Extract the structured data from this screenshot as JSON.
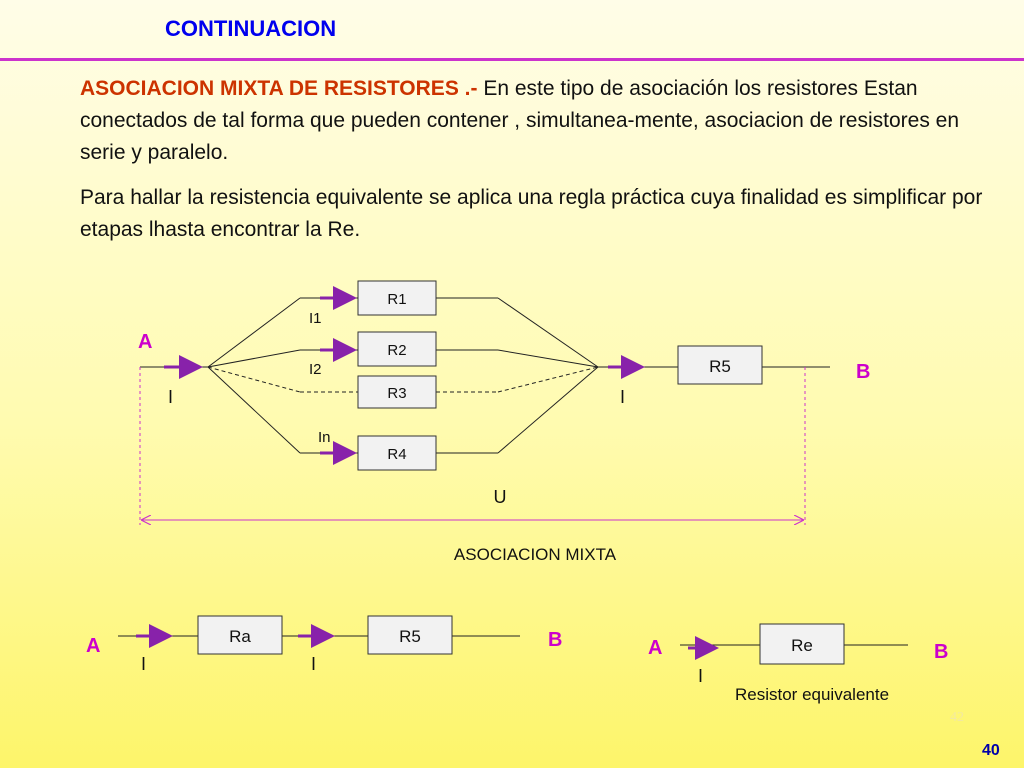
{
  "header": {
    "title": "CONTINUACION"
  },
  "intro": {
    "heading": "ASOCIACION MIXTA DE RESISTORES .-",
    "text": " En este tipo de asociación los resistores Estan conectados de tal forma que pueden contener , simultanea-mente, asociacion de resistores en serie y paralelo."
  },
  "rule_text": "Para hallar la resistencia equivalente se aplica una regla práctica cuya finalidad es simplificar por etapas lhasta encontrar la Re.",
  "diagram1": {
    "node_a": "A",
    "node_b": "B",
    "resistors": [
      "R1",
      "R2",
      "R3",
      "R4",
      "R5"
    ],
    "currents": {
      "i1": "I1",
      "i2": "I2",
      "in": "In",
      "input": "I",
      "output": "I"
    },
    "voltage": "U",
    "caption": "ASOCIACION MIXTA"
  },
  "diagram2": {
    "node_a": "A",
    "node_b": "B",
    "resistors": [
      "Ra",
      "R5"
    ],
    "currents": [
      "I",
      "I"
    ]
  },
  "diagram3": {
    "node_a": "A",
    "node_b": "B",
    "resistor": "Re",
    "current": "I",
    "caption": "Resistor  equivalente"
  },
  "footer": {
    "page_number": "40",
    "ghost_number": "42"
  },
  "colors": {
    "title": "#0000ee",
    "heading": "#cc3300",
    "node_label": "#cc00cc",
    "arrow": "#8822aa",
    "rule": "#cc33cc"
  }
}
